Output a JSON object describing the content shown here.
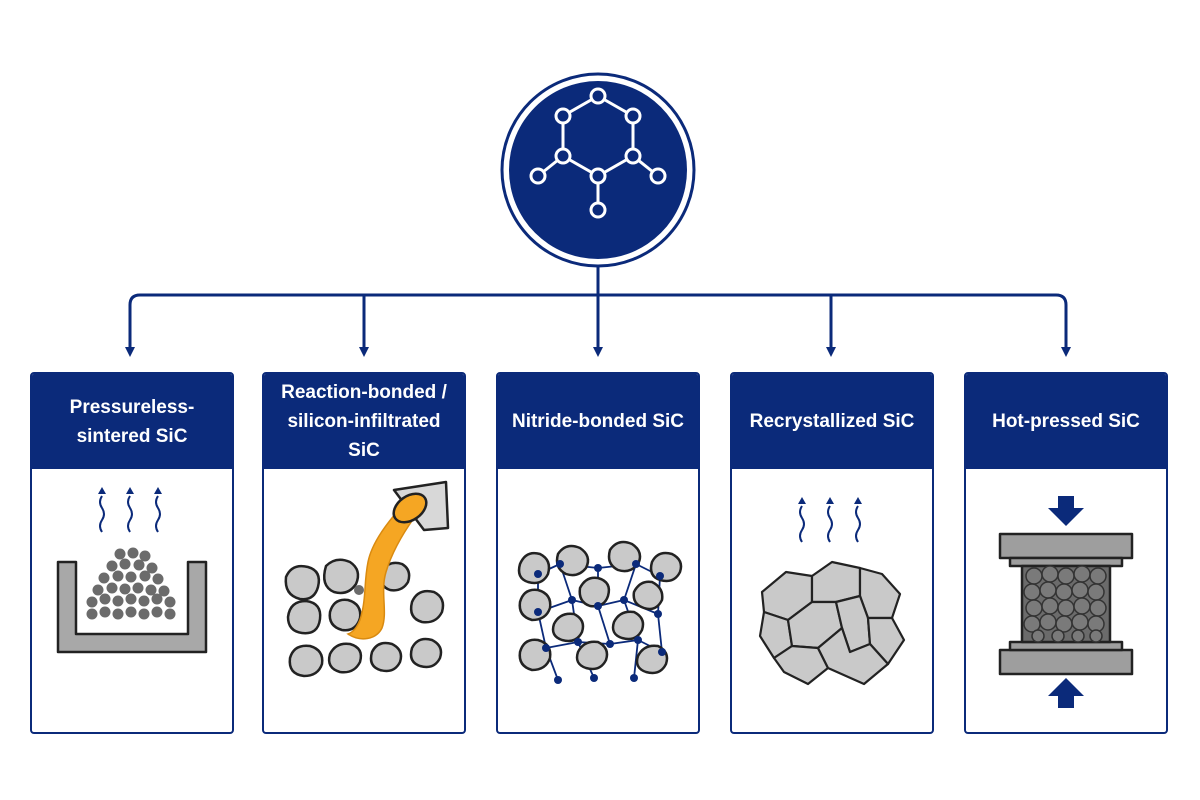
{
  "diagram": {
    "root": {
      "icon": "molecule-icon"
    },
    "categories": [
      {
        "label": "Pressureless-\nsintered SiC",
        "icon": "crucible-powder-icon"
      },
      {
        "label": "Reaction-bonded /\nsilicon-infiltrated SiC",
        "icon": "silicon-infiltration-icon"
      },
      {
        "label": "Nitride-bonded SiC",
        "icon": "nitride-bond-network-icon"
      },
      {
        "label": "Recrystallized SiC",
        "icon": "recrystallized-grains-icon"
      },
      {
        "label": "Hot-pressed SiC",
        "icon": "hot-press-icon"
      }
    ]
  },
  "colors": {
    "navy": "#0b2a7a",
    "grain": "#c9c9c9",
    "dark_particle": "#6b6b6b",
    "molten_silicon": "#f5a623"
  }
}
